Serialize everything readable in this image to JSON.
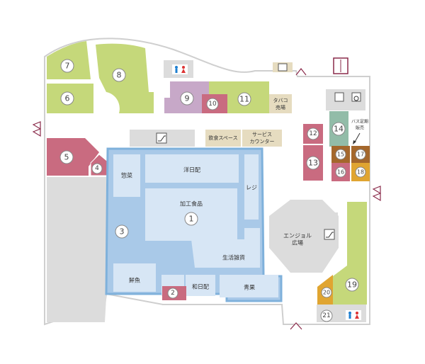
{
  "colors": {
    "green": "#c5d87a",
    "pink": "#c96b80",
    "lavender": "#c7a8c8",
    "teal": "#92bca8",
    "brown": "#a4672c",
    "orange": "#e0a531",
    "tan": "#e6dcc0",
    "gray": "#dcdcdc",
    "blue": "#a9c9e8",
    "blue_border": "#7fb1db"
  },
  "stores": {
    "s1": "1",
    "s2": "2",
    "s3": "3",
    "s4": "4",
    "s5": "5",
    "s6": "6",
    "s7": "7",
    "s8": "8",
    "s9": "9",
    "s10": "10",
    "s11": "11",
    "s12": "12",
    "s13": "13",
    "s14": "14",
    "s15": "15",
    "s16": "16",
    "s17": "17",
    "s18": "18",
    "s19": "19",
    "s20": "20",
    "s21": "21"
  },
  "labels": {
    "sozai": "惣菜",
    "youbihai": "洋日配",
    "kakou": "加工食品",
    "reji": "レジ",
    "seikatsu": "生活雑貨",
    "sengyo": "鮮魚",
    "wabihai": "和日配",
    "seika": "青果",
    "tabako_1": "タバコ",
    "tabako_2": "売場",
    "inshoku": "飲食スペース",
    "service_1": "サービス",
    "service_2": "カウンター",
    "angel_1": "エンジョル",
    "angel_2": "広場",
    "bus_1": "バス定期",
    "bus_2": "販売"
  },
  "icons": {
    "restroom": "restroom-icon",
    "elevator": "elevator-icon",
    "baby": "baby-care-icon",
    "wheelchair": "wheelchair-icon",
    "escalator": "escalator-icon",
    "entrance": "entrance-door-icon"
  }
}
